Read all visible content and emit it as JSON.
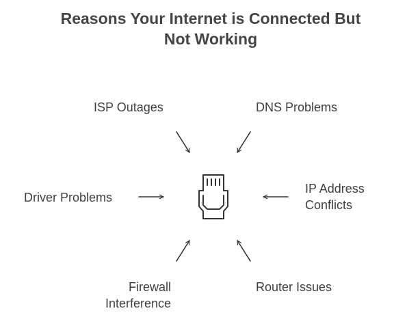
{
  "title_lines": [
    "Reasons Your Internet is Connected But",
    "Not Working"
  ],
  "causes": {
    "isp": [
      "ISP Outages"
    ],
    "dns": [
      "DNS Problems"
    ],
    "driver": [
      "Driver Problems"
    ],
    "ip": [
      "IP Address",
      "Conflicts"
    ],
    "firewall": [
      "Firewall",
      "Interference"
    ],
    "router": [
      "Router Issues"
    ]
  },
  "center_icon": "ethernet-port-icon",
  "colors": {
    "text": "#3f3f3f",
    "title": "#454545",
    "stroke": "#333333",
    "background": "#ffffff"
  }
}
